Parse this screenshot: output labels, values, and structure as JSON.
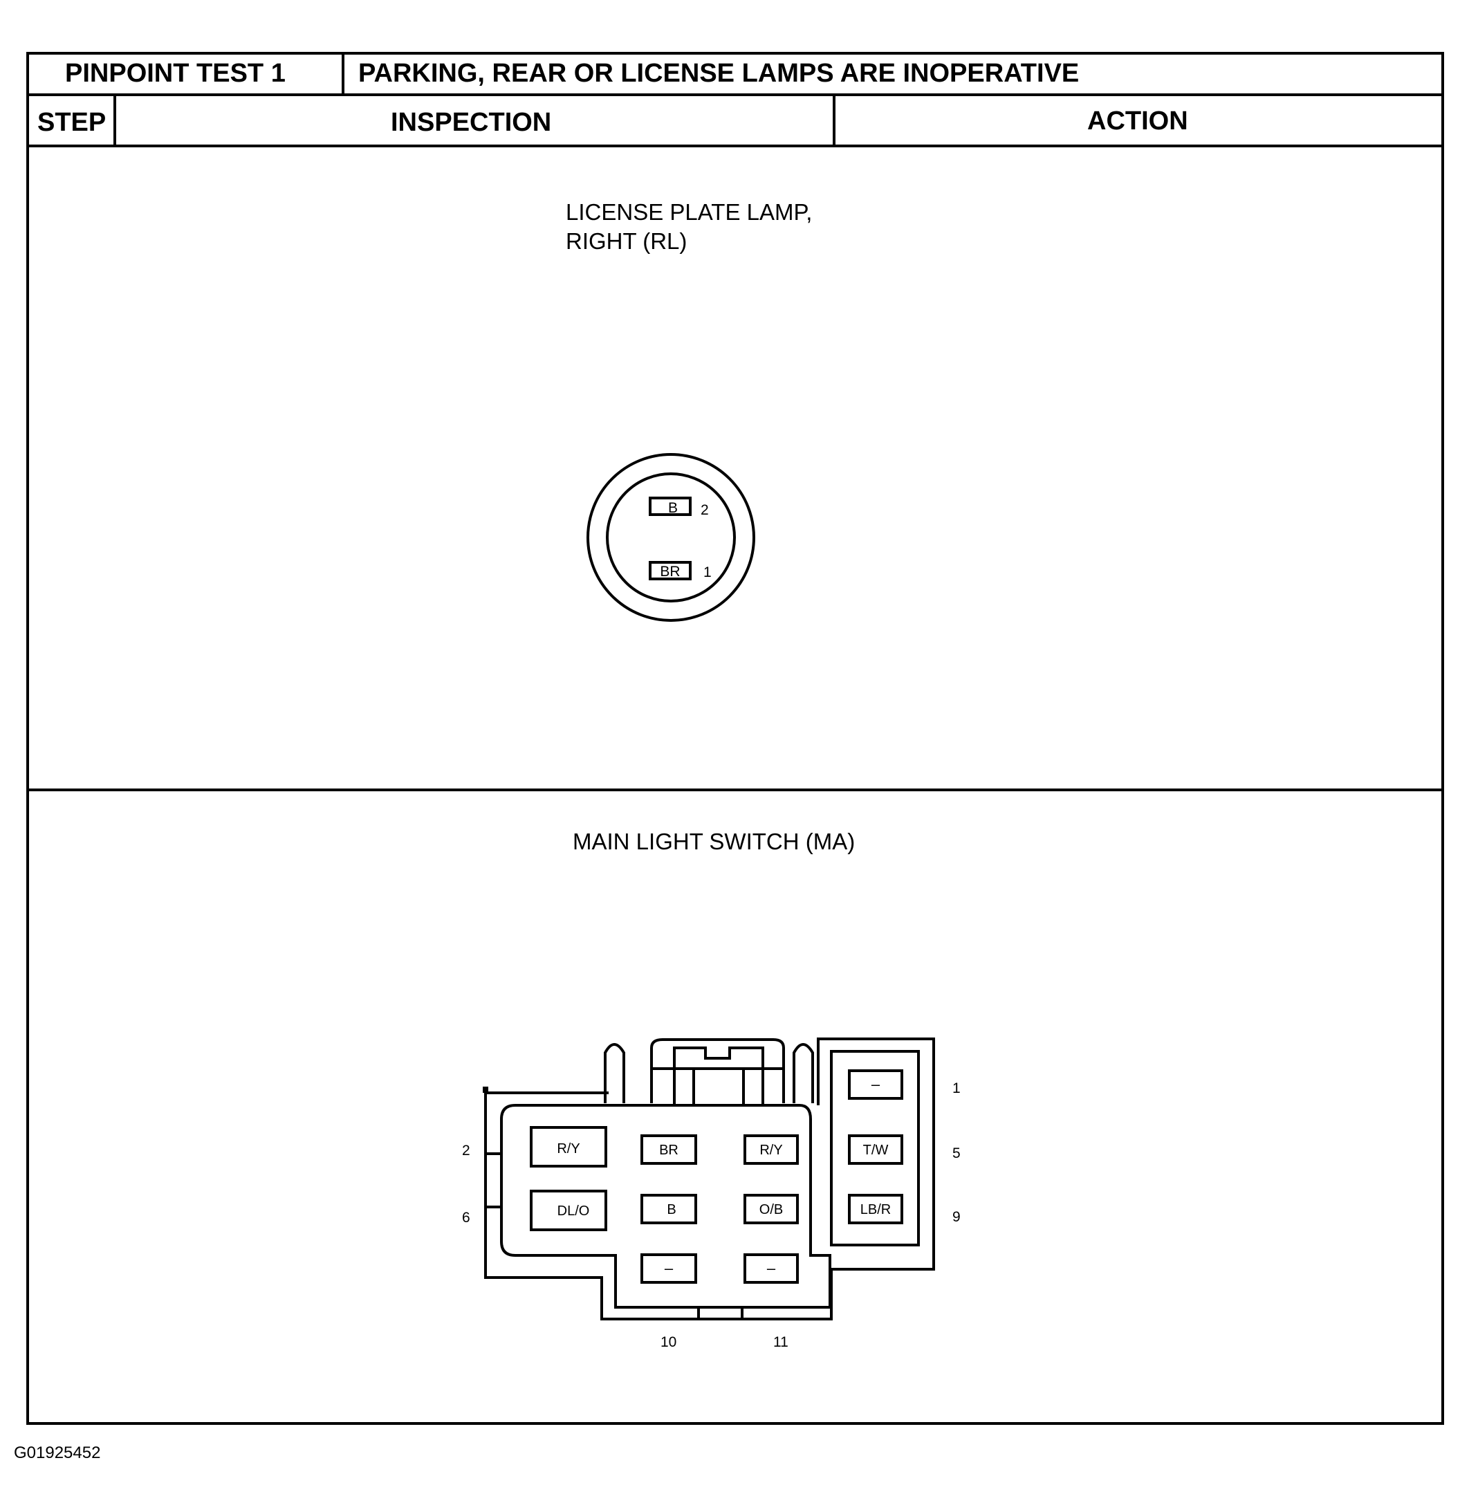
{
  "header": {
    "test_id": "PINPOINT TEST 1",
    "test_title": "PARKING, REAR OR LICENSE LAMPS ARE INOPERATIVE"
  },
  "columns": {
    "step": "STEP",
    "inspection": "INSPECTION",
    "action": "ACTION"
  },
  "license_lamp": {
    "title_line1": "LICENSE PLATE LAMP,",
    "title_line2": "RIGHT (RL)",
    "pins": [
      {
        "number": "2",
        "wire": "B"
      },
      {
        "number": "1",
        "wire": "BR"
      }
    ]
  },
  "main_switch": {
    "title": "MAIN LIGHT SWITCH (MA)",
    "cavities": [
      {
        "wire": "R/Y"
      },
      {
        "wire": "BR"
      },
      {
        "wire": "R/Y"
      },
      {
        "wire": "DL/O"
      },
      {
        "wire": "B"
      },
      {
        "wire": "O/B"
      },
      {
        "wire": "–"
      },
      {
        "wire": "–"
      },
      {
        "wire": "–"
      },
      {
        "wire": "T/W"
      },
      {
        "wire": "LB/R"
      }
    ],
    "pin_labels": [
      "2",
      "6",
      "10",
      "11",
      "1",
      "5",
      "9"
    ]
  },
  "figure_code": "G01925452"
}
